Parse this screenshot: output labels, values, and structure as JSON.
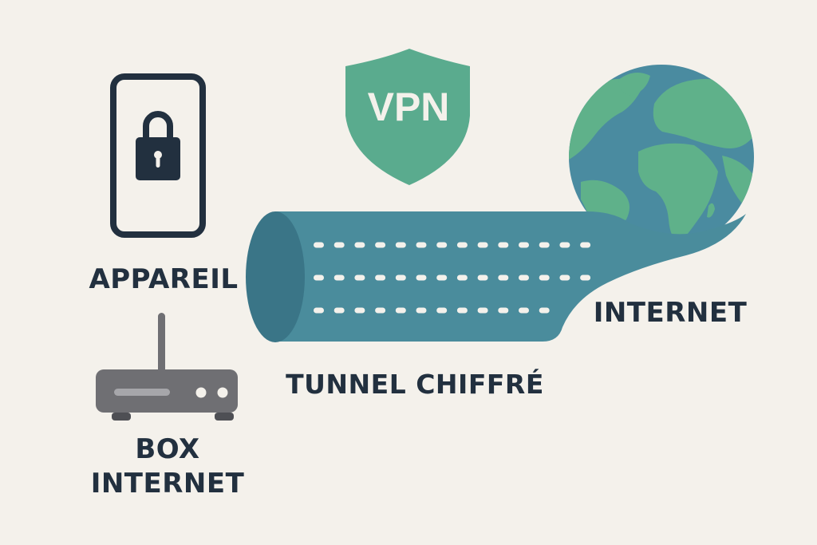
{
  "colors": {
    "background": "#f4f1eb",
    "dark": "#22303f",
    "tunnel": "#4a8c9c",
    "tunnel_end": "#3a7587",
    "shield": "#5aab8e",
    "ocean": "#4a8ba0",
    "land": "#5fb18a",
    "router": "#6f6f73",
    "dots": "#f4f1eb"
  },
  "shield": {
    "text": "VPN"
  },
  "labels": {
    "device": "APPAREIL",
    "router_line1": "BOX",
    "router_line2": "INTERNET",
    "tunnel": "TUNNEL CHIFFRÉ",
    "internet": "INTERNET"
  },
  "tunnel_dots_per_row": [
    14,
    14,
    12
  ]
}
